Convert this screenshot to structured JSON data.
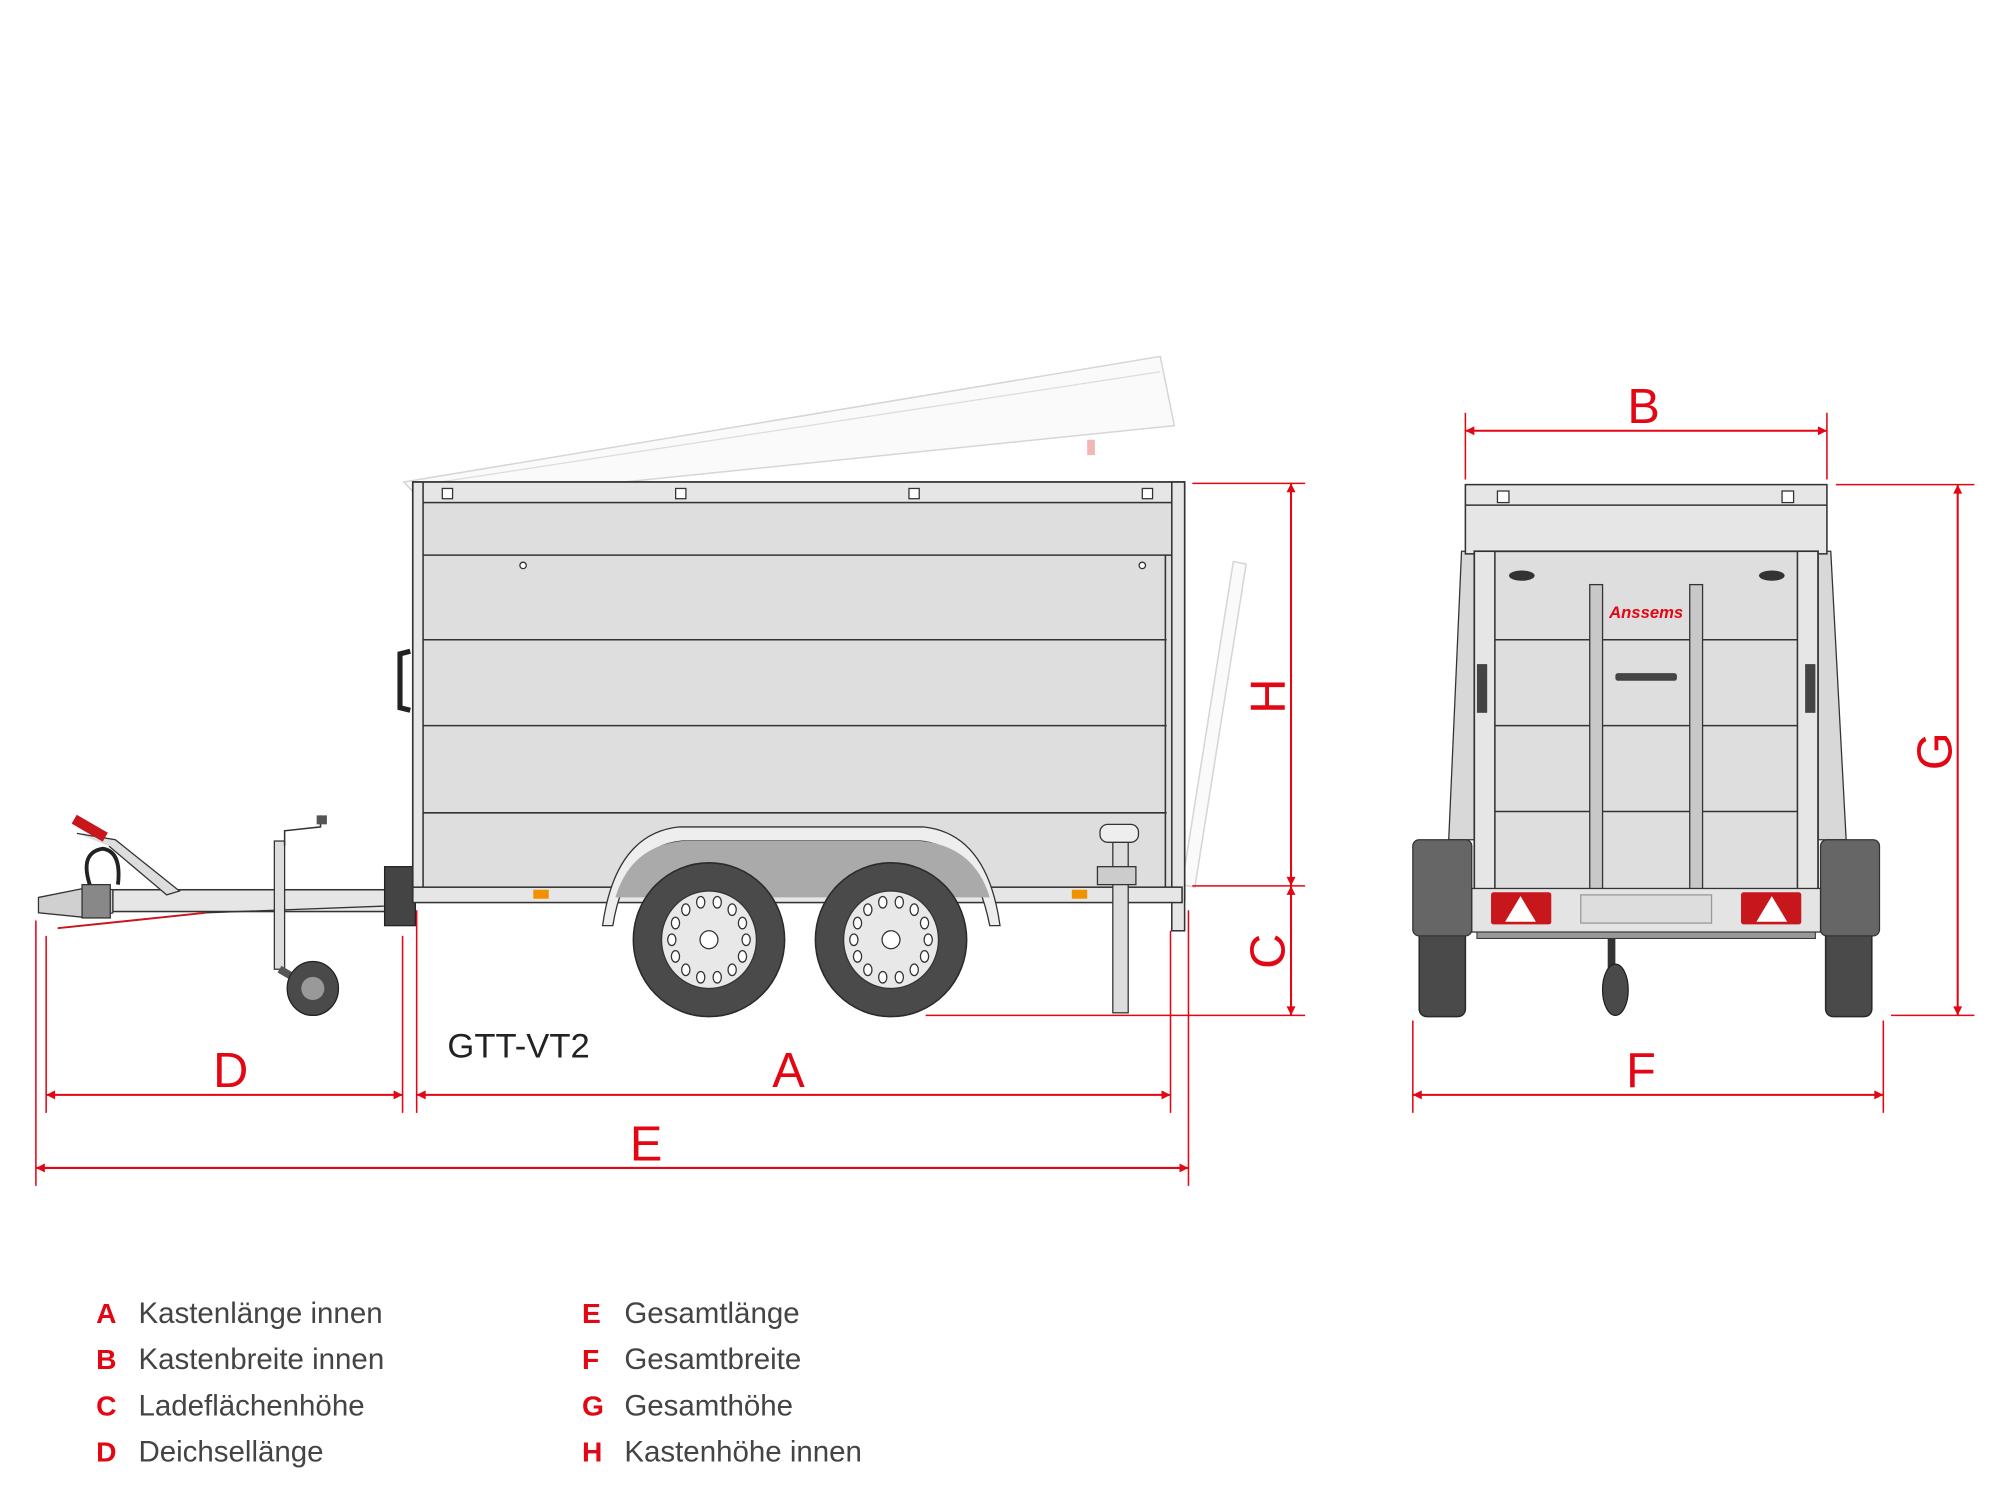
{
  "model_label": "GTT-VT2",
  "brand_logo": "Anssems",
  "colors": {
    "accent": "#e30613",
    "body": "#dedede",
    "tyre": "#4a4a4a"
  },
  "dimension_labels": {
    "A": "A",
    "B": "B",
    "C": "C",
    "D": "D",
    "E": "E",
    "F": "F",
    "G": "G",
    "H": "H"
  },
  "legend": {
    "left": [
      {
        "letter": "A",
        "text": "Kastenlänge innen"
      },
      {
        "letter": "B",
        "text": "Kastenbreite innen"
      },
      {
        "letter": "C",
        "text": "Ladeflächenhöhe"
      },
      {
        "letter": "D",
        "text": "Deichsellänge"
      }
    ],
    "right": [
      {
        "letter": "E",
        "text": "Gesamtlänge"
      },
      {
        "letter": "F",
        "text": "Gesamtbreite"
      },
      {
        "letter": "G",
        "text": "Gesamthöhe"
      },
      {
        "letter": "H",
        "text": "Kastenhöhe innen"
      }
    ]
  }
}
